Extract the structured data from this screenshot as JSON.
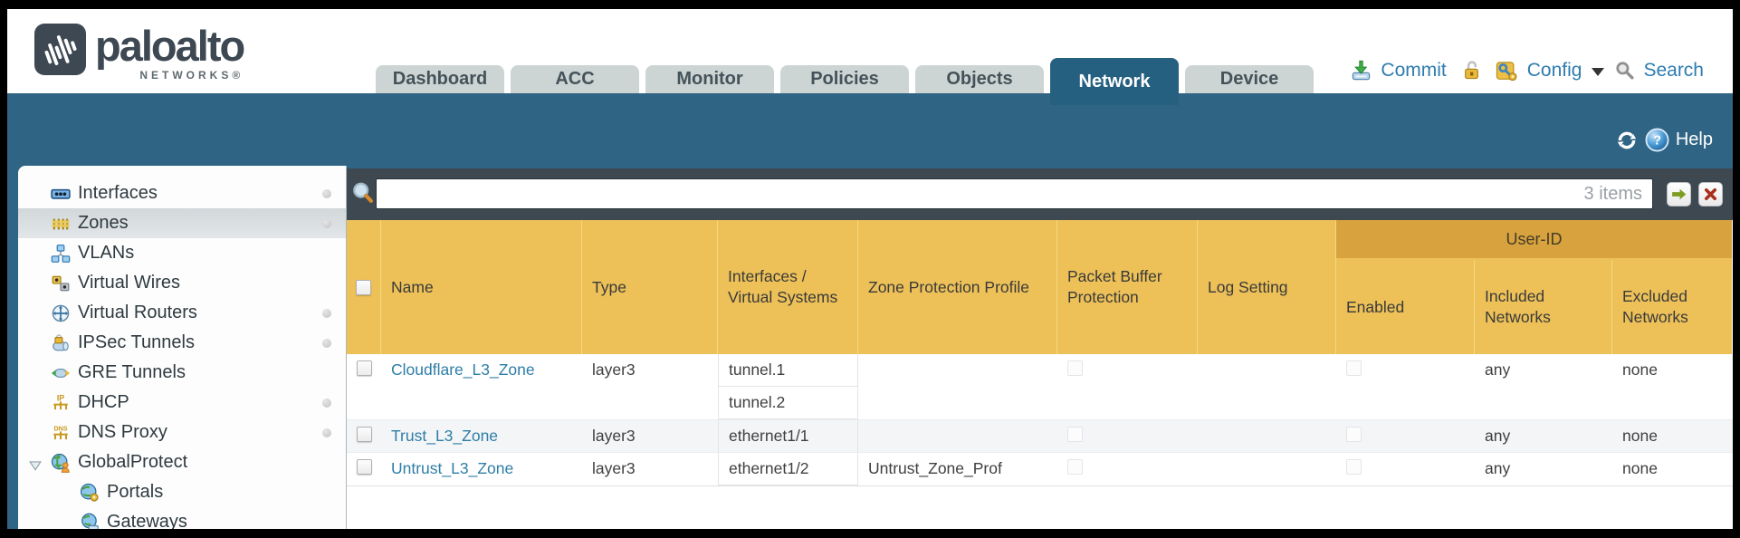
{
  "brand": {
    "name": "paloalto",
    "subtitle": "NETWORKS®"
  },
  "tabs": [
    {
      "label": "Dashboard",
      "active": false
    },
    {
      "label": "ACC",
      "active": false
    },
    {
      "label": "Monitor",
      "active": false
    },
    {
      "label": "Policies",
      "active": false
    },
    {
      "label": "Objects",
      "active": false
    },
    {
      "label": "Network",
      "active": true
    },
    {
      "label": "Device",
      "active": false
    }
  ],
  "actions": {
    "commit_label": "Commit",
    "config_label": "Config",
    "search_label": "Search",
    "icons": [
      "commit-icon",
      "lock-icon",
      "config-icon",
      "caret-down-icon",
      "search-icon"
    ]
  },
  "banner": {
    "help_label": "Help",
    "icons": [
      "refresh-icon",
      "help-icon"
    ]
  },
  "sidebar": {
    "items": [
      {
        "label": "Interfaces",
        "icon": "interfaces-icon",
        "dot": true,
        "selected": false
      },
      {
        "label": "Zones",
        "icon": "zones-icon",
        "dot": true,
        "selected": true
      },
      {
        "label": "VLANs",
        "icon": "vlans-icon",
        "dot": false,
        "selected": false
      },
      {
        "label": "Virtual Wires",
        "icon": "virtual-wires-icon",
        "dot": false,
        "selected": false
      },
      {
        "label": "Virtual Routers",
        "icon": "virtual-routers-icon",
        "dot": true,
        "selected": false
      },
      {
        "label": "IPSec Tunnels",
        "icon": "ipsec-tunnels-icon",
        "dot": true,
        "selected": false
      },
      {
        "label": "GRE Tunnels",
        "icon": "gre-tunnels-icon",
        "dot": false,
        "selected": false
      },
      {
        "label": "DHCP",
        "icon": "dhcp-icon",
        "dot": true,
        "selected": false
      },
      {
        "label": "DNS Proxy",
        "icon": "dns-proxy-icon",
        "dot": true,
        "selected": false
      },
      {
        "label": "GlobalProtect",
        "icon": "globalprotect-icon",
        "dot": false,
        "selected": false,
        "expanded": true
      },
      {
        "label": "Portals",
        "icon": "portals-icon",
        "dot": false,
        "selected": false,
        "indent": true
      },
      {
        "label": "Gateways",
        "icon": "gateways-icon",
        "dot": false,
        "selected": false,
        "indent": true
      }
    ]
  },
  "toolbar": {
    "search_value": "",
    "items_count": "3 items"
  },
  "table": {
    "group_header": "User-ID",
    "columns": [
      {
        "label": "Name"
      },
      {
        "label": "Type"
      },
      {
        "label": "Interfaces / Virtual Systems"
      },
      {
        "label": "Zone Protection Profile"
      },
      {
        "label": "Packet Buffer Protection"
      },
      {
        "label": "Log Setting"
      },
      {
        "label": "Enabled"
      },
      {
        "label": "Included Networks"
      },
      {
        "label": "Excluded Networks"
      }
    ],
    "rows": [
      {
        "name": "Cloudflare_L3_Zone",
        "type": "layer3",
        "interfaces": [
          "tunnel.1",
          "tunnel.2"
        ],
        "zone_protection_profile": "",
        "log_setting": "",
        "included_networks": "any",
        "excluded_networks": "none"
      },
      {
        "name": "Trust_L3_Zone",
        "type": "layer3",
        "interfaces": [
          "ethernet1/1"
        ],
        "zone_protection_profile": "",
        "log_setting": "",
        "included_networks": "any",
        "excluded_networks": "none"
      },
      {
        "name": "Untrust_L3_Zone",
        "type": "layer3",
        "interfaces": [
          "ethernet1/2"
        ],
        "zone_protection_profile": "Untrust_Zone_Prof",
        "log_setting": "",
        "included_networks": "any",
        "excluded_networks": "none"
      }
    ]
  },
  "colors": {
    "banner_teal": "#2f6484",
    "active_tab": "#256080",
    "inactive_tab": "#ccd5d3",
    "filter_bar": "#3e4850",
    "header_orange": "#edc158",
    "userid_band": "#d8a33e",
    "link_blue": "#2e7ea6",
    "action_blue": "#2e7cb0",
    "alt_row": "#f3f5f7"
  }
}
